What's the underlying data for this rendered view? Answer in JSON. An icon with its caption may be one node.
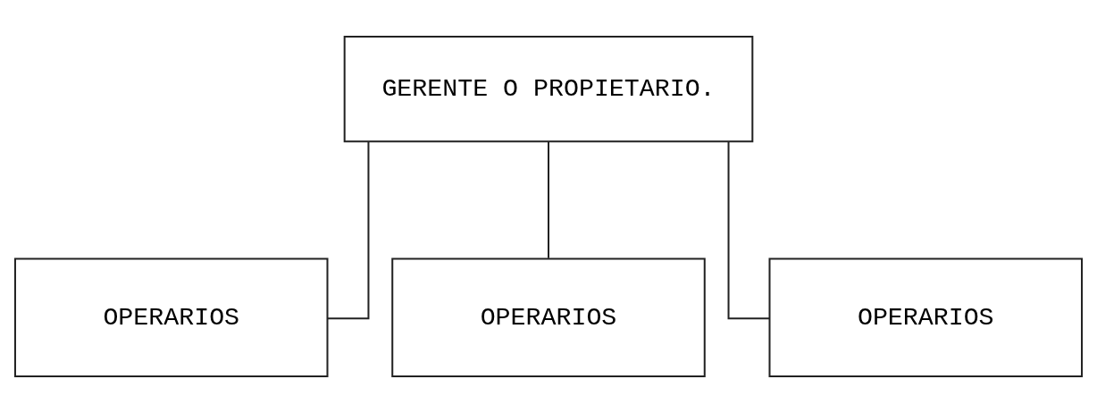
{
  "diagram": {
    "nodes": [
      {
        "text": [
          "GERENTE O PROPIETARIO."
        ]
      },
      {
        "text": [
          "OPERARIOS"
        ]
      },
      {
        "text": [
          "OPERARIOS"
        ]
      },
      {
        "text": [
          "OPERARIOS"
        ]
      }
    ],
    "edges": [
      {
        "from": 0,
        "to": 1,
        "arrow": "none"
      },
      {
        "from": 0,
        "to": 2,
        "arrow": "none"
      },
      {
        "from": 0,
        "to": 3,
        "arrow": "none"
      }
    ]
  }
}
